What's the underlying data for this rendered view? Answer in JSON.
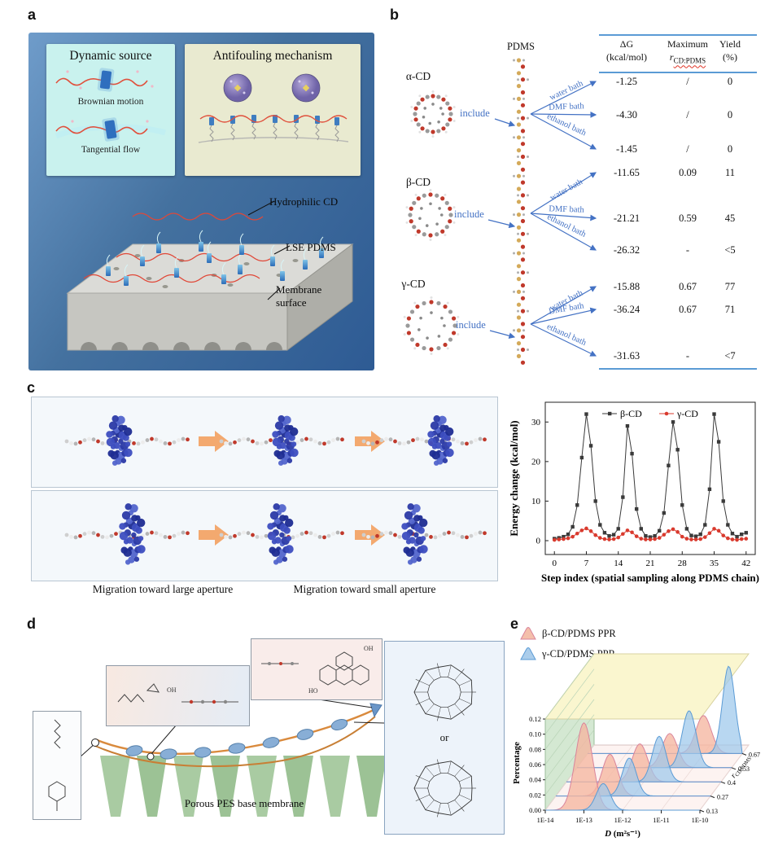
{
  "labels": {
    "a": "a",
    "b": "b",
    "c": "c",
    "d": "d",
    "e": "e"
  },
  "panel_a": {
    "dynamic_title": "Dynamic source",
    "brownian": "Brownian motion",
    "tangential": "Tangential flow",
    "antifouling_title": "Antifouling mechanism",
    "hydrophilic_cd": "Hydrophilic CD",
    "lse_pdms": "LSE PDMS",
    "membrane_surface": "Membrane surface"
  },
  "panel_b": {
    "pdms": "PDMS",
    "alpha": "α-CD",
    "beta": "β-CD",
    "gamma": "γ-CD",
    "include": "include",
    "water": "water bath",
    "dmf": "DMF bath",
    "ethanol": "ethanol bath",
    "header_dg_1": "ΔG",
    "header_dg_2": "(kcal/mol)",
    "header_max": "Maximum",
    "header_max_r": "r",
    "header_max_sub": "CD:PDMS",
    "header_yield_1": "Yield",
    "header_yield_2": "(%)",
    "rows": [
      {
        "dg": "-1.25",
        "max": "/",
        "yld": "0"
      },
      {
        "dg": "-4.30",
        "max": "/",
        "yld": "0"
      },
      {
        "dg": "-1.45",
        "max": "/",
        "yld": "0"
      },
      {
        "dg": "-11.65",
        "max": "0.09",
        "yld": "11"
      },
      {
        "dg": "-21.21",
        "max": "0.59",
        "yld": "45"
      },
      {
        "dg": "-26.32",
        "max": "-",
        "yld": "<5"
      },
      {
        "dg": "-15.88",
        "max": "0.67",
        "yld": "77"
      },
      {
        "dg": "-36.24",
        "max": "0.67",
        "yld": "71"
      },
      {
        "dg": "-31.63",
        "max": "-",
        "yld": "<7"
      }
    ]
  },
  "panel_c": {
    "caption_large": "Migration toward large aperture",
    "caption_small": "Migration toward small aperture"
  },
  "panel_d": {
    "membrane": "Porous PES base membrane",
    "or": "or",
    "atoms": {
      "oh": "OH",
      "ho": "HO"
    }
  },
  "chart_data": [
    {
      "type": "line",
      "xlabel": "Step index (spatial sampling along PDMS chain)",
      "ylabel": "Energy change (kcal/mol)",
      "x_ticks": [
        0,
        7,
        14,
        21,
        28,
        35,
        42
      ],
      "y_ticks": [
        0,
        10,
        20,
        30
      ],
      "xlim": [
        -2,
        44
      ],
      "ylim": [
        -3.5,
        35
      ],
      "legend_position": "top",
      "series": [
        {
          "name": "β-CD",
          "color": "#3a3a3a",
          "marker": "square",
          "values": [
            0.5,
            0.7,
            1.0,
            1.6,
            3.5,
            9,
            21,
            32,
            24,
            10,
            4,
            2,
            1.2,
            1.5,
            3,
            11,
            29,
            22,
            8,
            3,
            1.2,
            0.9,
            1.2,
            2.5,
            7,
            19,
            30,
            23,
            9,
            3,
            1.3,
            1.1,
            1.6,
            4,
            13,
            32,
            25,
            10,
            4,
            1.8,
            1.0,
            1.6,
            2.0
          ]
        },
        {
          "name": "γ-CD",
          "color": "#d93a2e",
          "marker": "circle",
          "values": [
            0.2,
            0.3,
            0.4,
            0.6,
            1.0,
            1.8,
            2.6,
            3.1,
            2.4,
            1.4,
            0.7,
            0.4,
            0.3,
            0.4,
            0.8,
            1.7,
            2.6,
            2.1,
            1.1,
            0.5,
            0.3,
            0.3,
            0.4,
            0.7,
            1.5,
            2.4,
            2.9,
            2.2,
            1.0,
            0.5,
            0.3,
            0.3,
            0.4,
            0.9,
            1.9,
            3.0,
            2.5,
            1.3,
            0.6,
            0.3,
            0.2,
            0.4,
            0.5
          ]
        }
      ]
    },
    {
      "type": "ridgeline3d",
      "xlabel_italic": "D",
      "xlabel_rest": "(m²s⁻¹)",
      "ylabel": "Percentage",
      "zlabel_main": "r",
      "zlabel_sub": "CD:PDMS",
      "x_ticks": [
        "1E-14",
        "1E-13",
        "1E-12",
        "1E-11",
        "1E-10"
      ],
      "y_ticks": [
        "0.00",
        "0.02",
        "0.04",
        "0.06",
        "0.08",
        "0.10",
        "0.12"
      ],
      "z_ticks": [
        "0.13",
        "0.27",
        "0.4",
        "0.53",
        "0.67"
      ],
      "legend": [
        {
          "name": "β-CD/PDMS PPR",
          "color": "#f2b49c"
        },
        {
          "name": "γ-CD/PDMS PPR",
          "color": "#9cc4e8"
        }
      ],
      "rows": [
        {
          "r": "0.13",
          "beta": {
            "center": -13.0,
            "height": 0.115,
            "width": 0.22
          },
          "gamma": {
            "center": -12.5,
            "height": 0.035,
            "width": 0.18
          }
        },
        {
          "r": "0.27",
          "beta": {
            "center": -12.6,
            "height": 0.055,
            "width": 0.2
          },
          "gamma": {
            "center": -12.1,
            "height": 0.05,
            "width": 0.18
          }
        },
        {
          "r": "0.4",
          "beta": {
            "center": -12.1,
            "height": 0.05,
            "width": 0.2
          },
          "gamma": {
            "center": -11.6,
            "height": 0.06,
            "width": 0.18
          }
        },
        {
          "r": "0.53",
          "beta": {
            "center": -11.6,
            "height": 0.045,
            "width": 0.2
          },
          "gamma": {
            "center": -11.1,
            "height": 0.075,
            "width": 0.18
          }
        },
        {
          "r": "0.67",
          "beta": {
            "center": -11.0,
            "height": 0.05,
            "width": 0.2
          },
          "gamma": {
            "center": -10.35,
            "height": 0.115,
            "width": 0.16
          }
        }
      ]
    }
  ]
}
